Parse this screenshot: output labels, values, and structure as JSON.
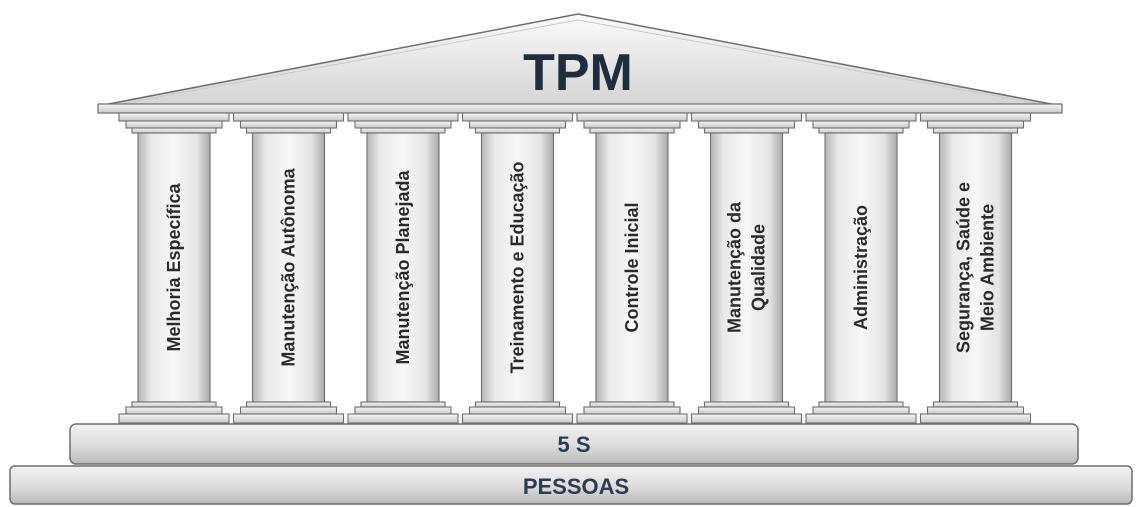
{
  "title": "TPM",
  "pillars": [
    {
      "lines": [
        "Melhoria Específica"
      ]
    },
    {
      "lines": [
        "Manutenção Autônoma"
      ]
    },
    {
      "lines": [
        "Manutenção Planejada"
      ]
    },
    {
      "lines": [
        "Treinamento e Educação"
      ]
    },
    {
      "lines": [
        "Controle Inicial"
      ]
    },
    {
      "lines": [
        "Manutenção da",
        "Qualidade"
      ]
    },
    {
      "lines": [
        "Administração"
      ]
    },
    {
      "lines": [
        "Segurança, Saúde e",
        "Meio Ambiente"
      ]
    }
  ],
  "foundation": {
    "upper_step": "5 S",
    "lower_step": "PESSOAS"
  },
  "colors": {
    "stone_light": "#f2f2f2",
    "stone_mid": "#d9d9d9",
    "stone_dark": "#a6a6a6",
    "outline": "#6e6e6e",
    "title_text": "#1f2d3d",
    "base_text": "#2b3d55"
  }
}
